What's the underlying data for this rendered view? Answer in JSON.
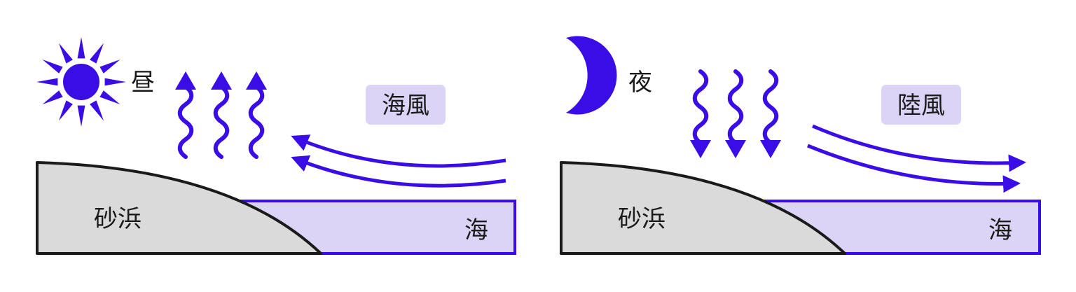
{
  "colors": {
    "accent": "#3a0ce6",
    "sea_fill": "#dcd4f7",
    "sand_fill": "#dadada",
    "outline": "#1a1a1a",
    "wind_box_fill": "#dcd4f7"
  },
  "panels": [
    {
      "id": "day",
      "time_label": "昼",
      "time_icon": "sun-icon",
      "land_label": "砂浜",
      "sea_label": "海",
      "wind_label": "海風",
      "heat_arrows": "up",
      "wind_direction": "sea-to-land"
    },
    {
      "id": "night",
      "time_label": "夜",
      "time_icon": "moon-icon",
      "land_label": "砂浜",
      "sea_label": "海",
      "wind_label": "陸風",
      "heat_arrows": "down",
      "wind_direction": "land-to-sea"
    }
  ]
}
